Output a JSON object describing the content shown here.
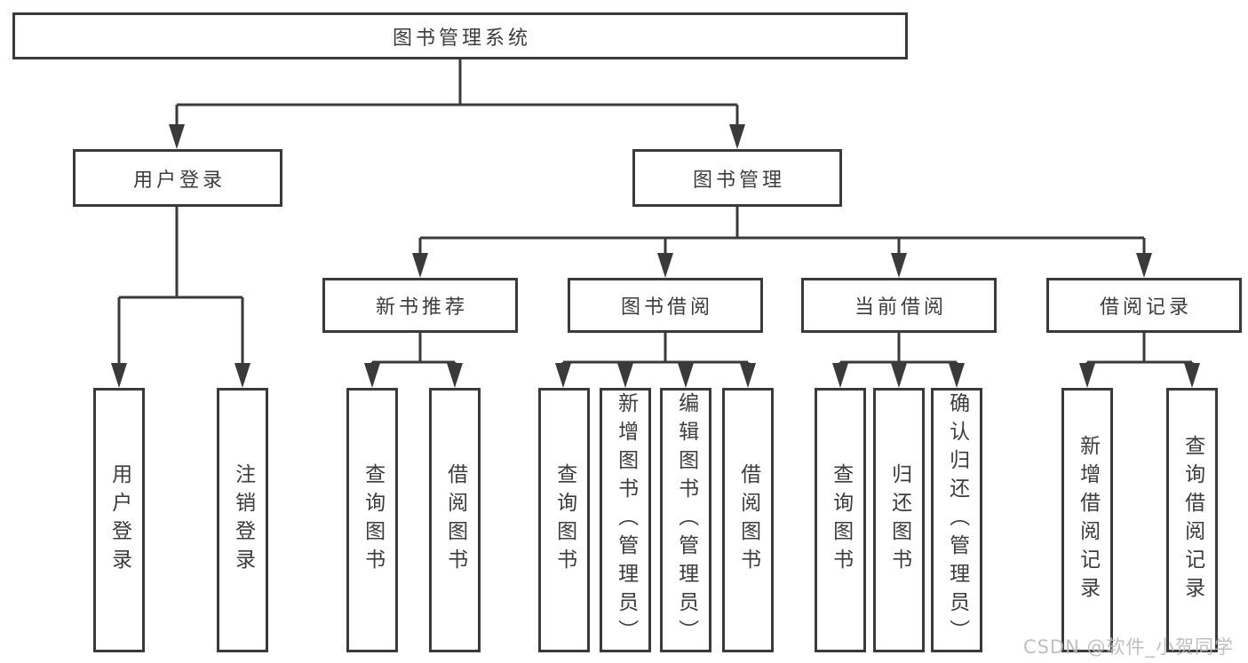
{
  "diagram": {
    "root": "图书管理系统",
    "children": [
      {
        "label": "用户登录",
        "children": [
          "用户登录",
          "注销登录"
        ]
      },
      {
        "label": "图书管理",
        "children": [
          {
            "label": "新书推荐",
            "children": [
              "查询图书",
              "借阅图书"
            ]
          },
          {
            "label": "图书借阅",
            "children": [
              "查询图书",
              "新增图书（管理员）",
              "编辑图书（管理员）",
              "借阅图书"
            ]
          },
          {
            "label": "当前借阅",
            "children": [
              "查询图书",
              "归还图书",
              "确认归还（管理员）"
            ]
          },
          {
            "label": "借阅记录",
            "children": [
              "新增借阅记录",
              "查询借阅记录"
            ]
          }
        ]
      }
    ]
  },
  "watermark": "CSDN @软件_小贺同学",
  "colors": {
    "line": "#3a3a3a",
    "text": "#3c3c3c",
    "watermark": "#b9b9b9",
    "background": "#ffffff"
  }
}
